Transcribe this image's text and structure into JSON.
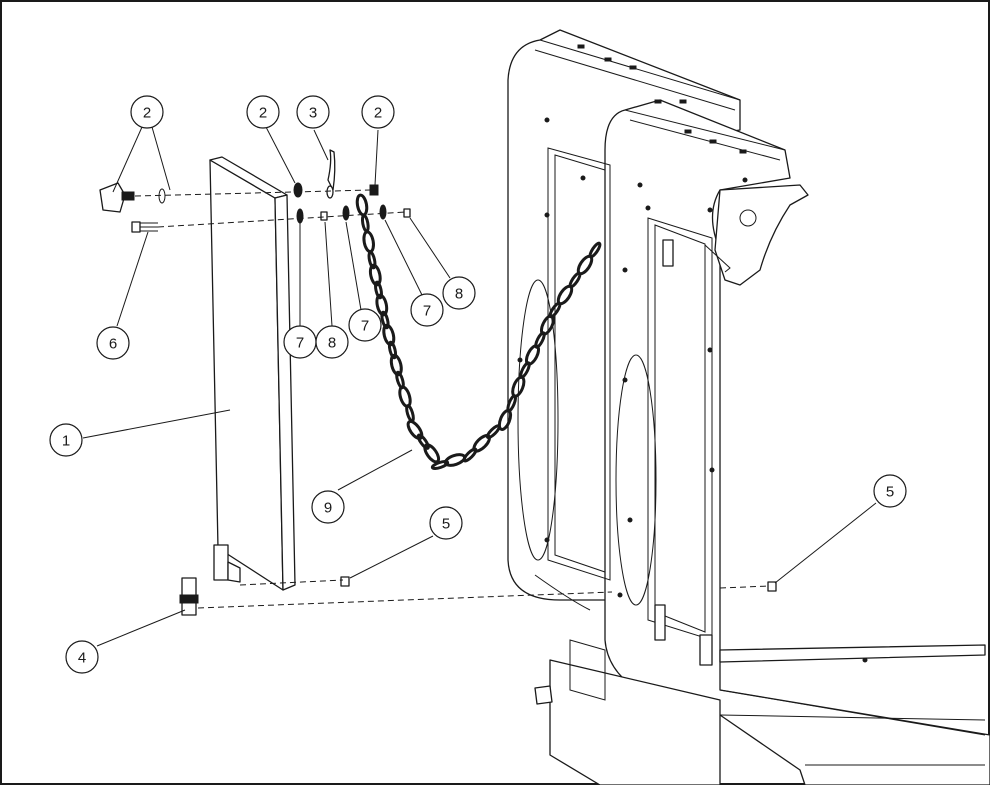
{
  "diagram": {
    "callouts": [
      {
        "id": "c-2a",
        "label": "2"
      },
      {
        "id": "c-2b",
        "label": "2"
      },
      {
        "id": "c-3",
        "label": "3"
      },
      {
        "id": "c-2c",
        "label": "2"
      },
      {
        "id": "c-6",
        "label": "6"
      },
      {
        "id": "c-7a",
        "label": "7"
      },
      {
        "id": "c-8a",
        "label": "8"
      },
      {
        "id": "c-7b",
        "label": "7"
      },
      {
        "id": "c-7c",
        "label": "7"
      },
      {
        "id": "c-8b",
        "label": "8"
      },
      {
        "id": "c-1",
        "label": "1"
      },
      {
        "id": "c-9",
        "label": "9"
      },
      {
        "id": "c-5a",
        "label": "5"
      },
      {
        "id": "c-5b",
        "label": "5"
      },
      {
        "id": "c-4",
        "label": "4"
      }
    ]
  }
}
